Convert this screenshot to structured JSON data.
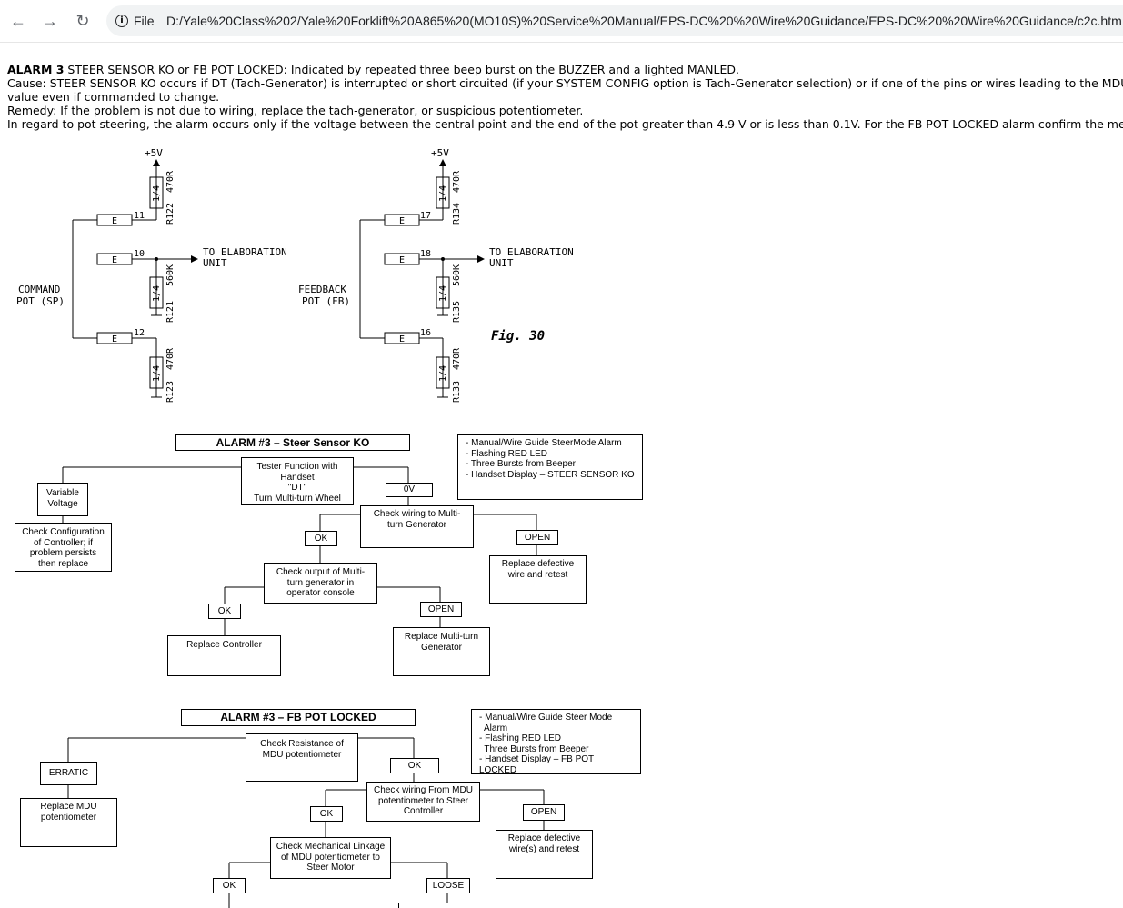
{
  "browser": {
    "file_label": "File",
    "url": "D:/Yale%20Class%202/Yale%20Forklift%20A865%20(MO10S)%20Service%20Manual/EPS-DC%20%20Wire%20Guidance/EPS-DC%20%20Wire%20Guidance/c2c.htm"
  },
  "alarm": {
    "heading": "ALARM 3",
    "heading_rest": " STEER SENSOR KO or FB POT LOCKED: Indicated by repeated three beep burst on the BUZZER and a lighted MANLED.",
    "cause": "Cause: STEER SENSOR KO occurs if DT (Tach-Generator) is interrupted or short circuited (if your SYSTEM CONFIG option is Tach-Generator selection) or if one of the pins or wires leading to the MDU pot",
    "cause_cont": "value even if commanded to change.",
    "remedy": "Remedy: If the problem is not due to wiring, replace the tach-generator, or suspicious potentiometer.",
    "pot_note": "In regard to pot steering, the alarm occurs only if the voltage between the central point and the end of the pot greater than 4.9 V or is less than 0.1V. For the FB POT LOCKED alarm confirm the mechani"
  },
  "schematic": {
    "vcc": "+5V",
    "e": "E",
    "out": "TO ELABORATION",
    "out2": "UNIT",
    "quarter": "1/4",
    "left": {
      "label1": "COMMAND",
      "label2": "POT (SP)",
      "pin_top": "11",
      "pin_mid": "10",
      "pin_bot": "12",
      "r_top": "R122",
      "r_top_val": "470R",
      "r_mid": "R121",
      "r_mid_val": "560K",
      "r_bot": "R123",
      "r_bot_val": "470R"
    },
    "right": {
      "label1": "FEEDBACK",
      "label2": "POT (FB)",
      "pin_top": "17",
      "pin_mid": "18",
      "pin_bot": "16",
      "r_top": "R134",
      "r_top_val": "470R",
      "r_mid": "R135",
      "r_mid_val": "560K",
      "r_bot": "R133",
      "r_bot_val": "470R"
    },
    "fig": "Fig. 30"
  },
  "flow1": {
    "title": "ALARM #3 – Steer Sensor KO",
    "info1": "- Manual/Wire Guide SteerMode Alarm",
    "info2": "- Flashing RED LED",
    "info3": "- Three Bursts from Beeper",
    "info4": "- Handset Display – STEER SENSOR KO",
    "tester1": "Tester Function with",
    "tester2": "Handset",
    "tester3": "\"DT\"",
    "tester4": "Turn Multi-turn Wheel",
    "variable1": "Variable",
    "variable2": "Voltage",
    "check_config1": "Check Configuration",
    "check_config2": "of Controller; if",
    "check_config3": "problem persists",
    "check_config4": "then replace",
    "zero_v": "0V",
    "check_wiring1": "Check wiring to Multi-",
    "check_wiring2": "turn Generator",
    "ok": "OK",
    "open": "OPEN",
    "replace_wire1": "Replace defective",
    "replace_wire2": "wire and retest",
    "check_output1": "Check output of Multi-",
    "check_output2": "turn generator in",
    "check_output3": "operator console",
    "replace_controller": "Replace Controller",
    "replace_gen1": "Replace Multi-turn",
    "replace_gen2": "Generator"
  },
  "flow2": {
    "title": "ALARM #3 – FB POT LOCKED",
    "info1": "- Manual/Wire Guide Steer Mode",
    "info2": "  Alarm",
    "info3": "- Flashing RED LED",
    "info4": "  Three Bursts from Beeper",
    "info5": "- Handset Display – FB POT LOCKED",
    "check_res1": "Check Resistance of",
    "check_res2": "MDU potentiometer",
    "erratic": "ERRATIC",
    "replace_mdu1": "Replace MDU",
    "replace_mdu2": "potentiometer",
    "ok": "OK",
    "open": "OPEN",
    "loose": "LOOSE",
    "check_wiring1": "Check wiring From MDU",
    "check_wiring2": "potentiometer to Steer",
    "check_wiring3": "Controller",
    "replace_wire1": "Replace defective",
    "replace_wire2": "wire(s) and retest",
    "check_mech1": "Check Mechanical Linkage",
    "check_mech2": "of MDU potentiometer to",
    "check_mech3": "Steer Motor"
  }
}
